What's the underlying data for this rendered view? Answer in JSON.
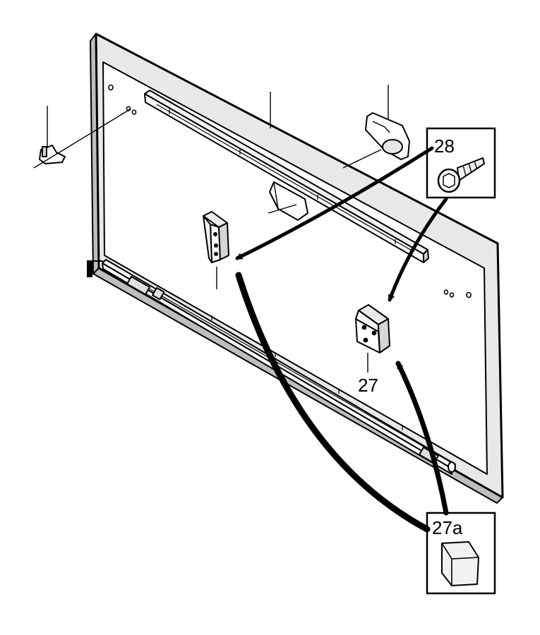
{
  "labels": {
    "screw_callout": "28",
    "bracket_part": "27",
    "pad_callout": "27a"
  },
  "colors": {
    "ink": "#000000",
    "panel_frame": "#e8e8e8",
    "panel_face": "#ffffff"
  }
}
